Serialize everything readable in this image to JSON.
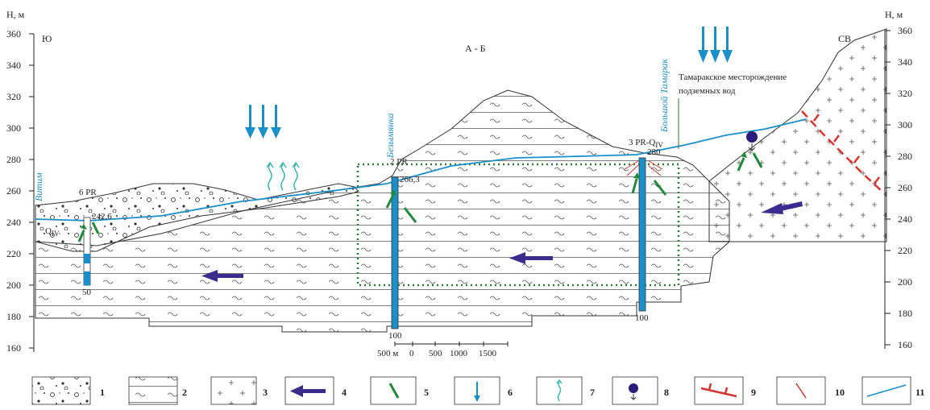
{
  "axis": {
    "left_label": "Н, м",
    "right_label": "Н, м",
    "ticks": [
      "360",
      "340",
      "320",
      "300",
      "280",
      "260",
      "240",
      "220",
      "200",
      "180",
      "160"
    ]
  },
  "profile": {
    "title": "А - Б",
    "south": "Ю",
    "northeast": "СВ",
    "deposit_line1": "Тамаракское месторождение",
    "deposit_line2": "подземных вод",
    "age_symbol": "Q",
    "age_index": "IV"
  },
  "rivers": {
    "vitim": "Витим",
    "bezymyanka": "Безымянка",
    "tamarak": "Большой Тамарак"
  },
  "wells": [
    {
      "id": "6 PR",
      "level": "242,6",
      "depth": "50"
    },
    {
      "id": "2 PR",
      "level": "266,3",
      "depth": "100"
    },
    {
      "id": "3 PR-Q",
      "id_sub": "IV",
      "level": "280",
      "depth": "100"
    }
  ],
  "scale": {
    "labels": [
      "500 м",
      "0",
      "500",
      "1000",
      "1500"
    ]
  },
  "legend": [
    {
      "num": "1",
      "icon": "gravel-swatch"
    },
    {
      "num": "2",
      "icon": "layered-rock-swatch"
    },
    {
      "num": "3",
      "icon": "granite-swatch"
    },
    {
      "num": "4",
      "icon": "groundwater-flow-arrow"
    },
    {
      "num": "5",
      "icon": "recharge-arrow"
    },
    {
      "num": "6",
      "icon": "infiltration-arrow"
    },
    {
      "num": "7",
      "icon": "evaporation-arrow"
    },
    {
      "num": "8",
      "icon": "spring-symbol"
    },
    {
      "num": "9",
      "icon": "fault-symbol"
    },
    {
      "num": "10",
      "icon": "fracture-symbol"
    },
    {
      "num": "11",
      "icon": "water-table-line"
    }
  ],
  "colors": {
    "water": "#1a8fc9",
    "arrow_dark": "#3b2d8f",
    "arrow_green": "#1f8a3a",
    "fault": "#d8342c",
    "deposit_border": "#2e7d32"
  }
}
